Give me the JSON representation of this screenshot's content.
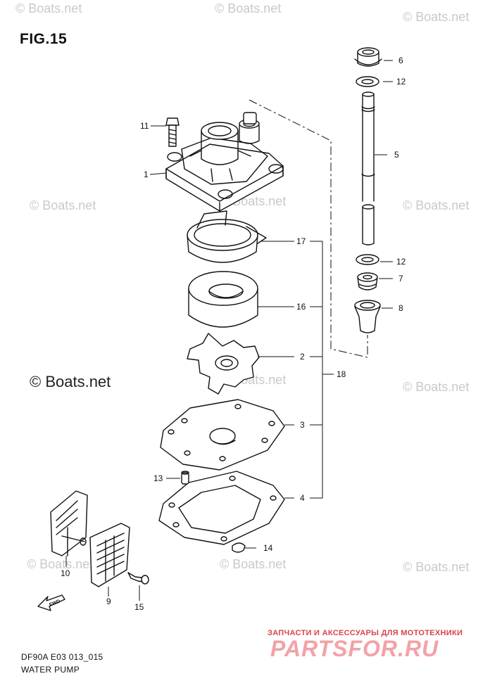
{
  "figure": {
    "title": "FIG.15"
  },
  "watermark": {
    "text": "© Boats.net"
  },
  "footer": {
    "code": "DF90A E03 013_015",
    "name": "WATER PUMP"
  },
  "brand": {
    "tagline": "ЗАПЧАСТИ И АКСЕССУАРЫ ДЛЯ МОТОТЕХНИКИ",
    "logo": "PARTSFOR.RU",
    "color": "#d9434e"
  },
  "callouts": {
    "c1": "1",
    "c2": "2",
    "c3": "3",
    "c4": "4",
    "c5": "5",
    "c6": "6",
    "c7": "7",
    "c8": "8",
    "c9": "9",
    "c10": "10",
    "c11": "11",
    "c12a": "12",
    "c12b": "12",
    "c13": "13",
    "c14": "14",
    "c15": "15",
    "c16": "16",
    "c17": "17",
    "c18": "18"
  },
  "fwd_label": "FWD"
}
